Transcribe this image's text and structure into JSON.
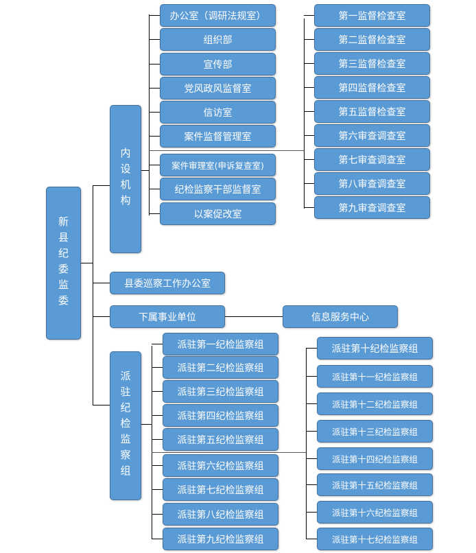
{
  "root": "新县纪委监委",
  "branches": {
    "internal": "内设机构",
    "inspection_office": "县委巡察工作办公室",
    "affiliated": "下属事业单位",
    "info_center": "信息服务中心",
    "stationed": "派驻纪检监察组"
  },
  "internal_left": [
    "办公室（调研法规室）",
    "组织部",
    "宣传部",
    "党风政风监督室",
    "信访室",
    "案件监督管理室",
    "案件审理室(申诉复查室)",
    "纪检监察干部监督室",
    "以案促改室"
  ],
  "internal_right": [
    "第一监督检查室",
    "第二监督检查室",
    "第三监督检查室",
    "第四监督检查室",
    "第五监督检查室",
    "第六审查调查室",
    "第七审查调查室",
    "第八审查调查室",
    "第九审查调查室"
  ],
  "stationed_left": [
    "派驻第一纪检监察组",
    "派驻第二纪检监察组",
    "派驻第三纪检监察组",
    "派驻第四纪检监察组",
    "派驻第五纪检监察组",
    "派驻第六纪检监察组",
    "派驻第七纪检监察组",
    "派驻第八纪检监察组",
    "派驻第九纪检监察组"
  ],
  "stationed_right": [
    "派驻第十纪检监察组",
    "派驻第十一纪检监察组",
    "派驻第十二纪检监察组",
    "派驻第十三纪检监察组",
    "派驻第十四纪检监察组",
    "派驻第十五纪检监察组",
    "派驻第十六纪检监察组",
    "派驻第十七纪检监察组"
  ],
  "colors": {
    "box_fill": "#5b9bd5",
    "box_border": "#41719c",
    "line": "#000000"
  }
}
